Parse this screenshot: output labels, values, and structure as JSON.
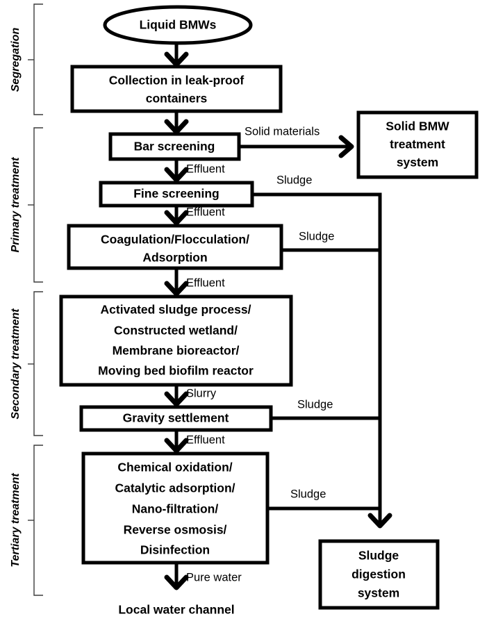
{
  "diagram": {
    "title": "Liquid biomedical waste (BMW) treatment flowchart",
    "colors": {
      "stroke": "#000000",
      "fill": "#ffffff",
      "bracket": "#3b3b3b"
    }
  },
  "sections": [
    {
      "id": "segregation",
      "label": "Segregation"
    },
    {
      "id": "primary",
      "label": "Primary treatment"
    },
    {
      "id": "secondary",
      "label": "Secondary treatment"
    },
    {
      "id": "tertiary",
      "label": "Tertiary treatment"
    }
  ],
  "nodes": {
    "source": {
      "label": "Liquid BMWs",
      "shape": "ellipse"
    },
    "collection": {
      "line1": "Collection in leak-proof",
      "line2": "containers",
      "shape": "box"
    },
    "bar": {
      "label": "Bar screening",
      "shape": "box"
    },
    "fine": {
      "label": "Fine screening",
      "shape": "box"
    },
    "coag": {
      "line1": "Coagulation/Flocculation/",
      "line2": "Adsorption",
      "shape": "box"
    },
    "secondary": {
      "line1": "Activated sludge process/",
      "line2": "Constructed wetland/",
      "line3": "Membrane bioreactor/",
      "line4": "Moving bed biofilm reactor",
      "shape": "box"
    },
    "gravity": {
      "label": "Gravity settlement",
      "shape": "box"
    },
    "tertiary": {
      "line1": "Chemical oxidation/",
      "line2": "Catalytic adsorption/",
      "line3": "Nano-filtration/",
      "line4": "Reverse osmosis/",
      "line5": "Disinfection",
      "shape": "box"
    },
    "solid_bmw": {
      "line1": "Solid BMW",
      "line2": "treatment",
      "line3": "system",
      "shape": "box"
    },
    "sludge_dig": {
      "line1": "Sludge",
      "line2": "digestion",
      "line3": "system",
      "shape": "box"
    },
    "outlet": {
      "label": "Local water channel",
      "shape": "plain"
    }
  },
  "edges": [
    {
      "id": "e1",
      "from": "source",
      "to": "collection",
      "label": ""
    },
    {
      "id": "e2",
      "from": "collection",
      "to": "bar",
      "label": ""
    },
    {
      "id": "e3",
      "from": "bar",
      "to": "solid_bmw",
      "label": "Solid materials"
    },
    {
      "id": "e4",
      "from": "bar",
      "to": "fine",
      "label": "Effluent"
    },
    {
      "id": "e5",
      "from": "fine",
      "to": "sludge_dig",
      "label": "Sludge"
    },
    {
      "id": "e6",
      "from": "fine",
      "to": "coag",
      "label": "Effluent"
    },
    {
      "id": "e7",
      "from": "coag",
      "to": "sludge_dig",
      "label": "Sludge"
    },
    {
      "id": "e8",
      "from": "coag",
      "to": "secondary",
      "label": "Effluent"
    },
    {
      "id": "e9",
      "from": "secondary",
      "to": "gravity",
      "label": "Slurry"
    },
    {
      "id": "e10",
      "from": "gravity",
      "to": "sludge_dig",
      "label": "Sludge"
    },
    {
      "id": "e11",
      "from": "gravity",
      "to": "tertiary",
      "label": "Effluent"
    },
    {
      "id": "e12",
      "from": "tertiary",
      "to": "sludge_dig",
      "label": "Sludge"
    },
    {
      "id": "e13",
      "from": "tertiary",
      "to": "outlet",
      "label": "Pure water"
    }
  ]
}
